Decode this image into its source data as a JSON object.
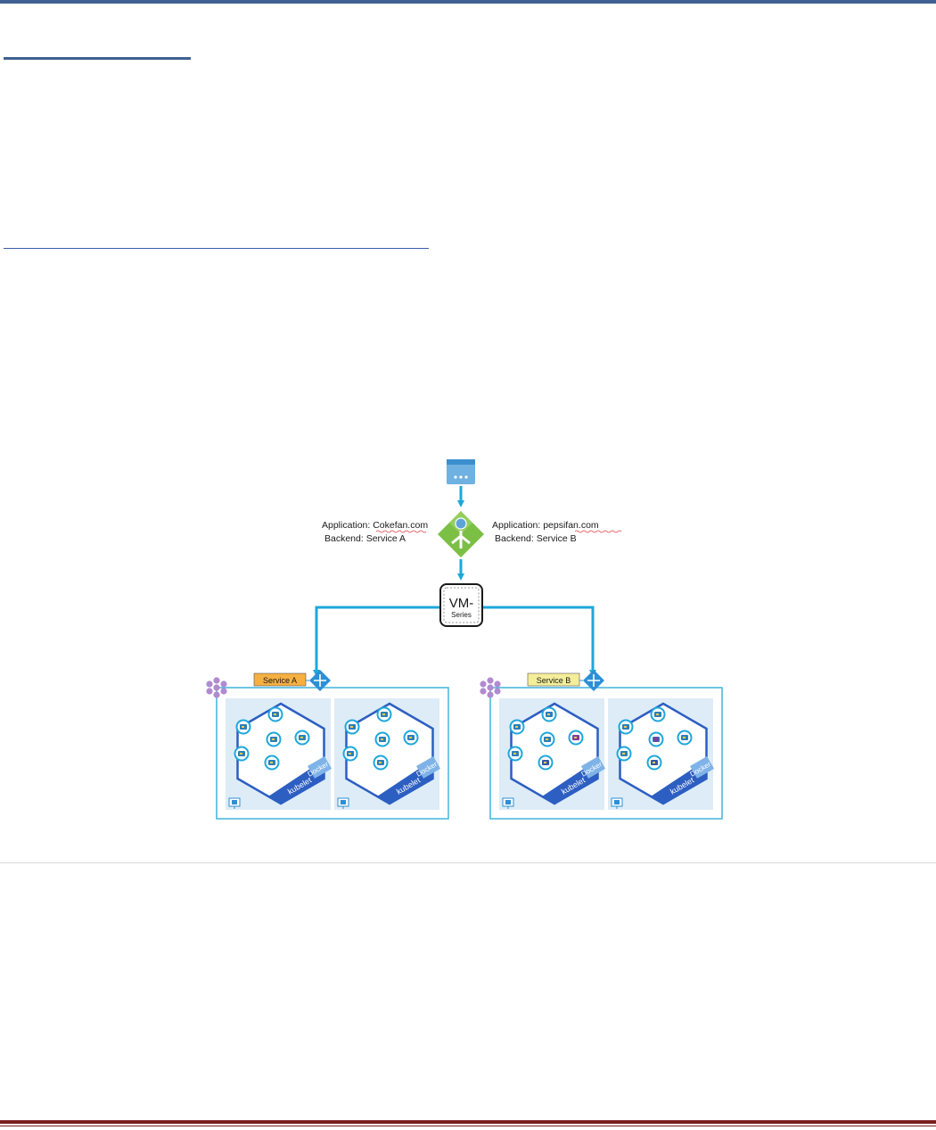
{
  "diagram": {
    "left_annotation": {
      "line1": "Application: Cokefan.com",
      "line2": "Backend: Service A"
    },
    "right_annotation": {
      "line1": "Application:  pepsifan.com",
      "line2": "Backend: Service B"
    },
    "firewall": {
      "line1": "VM-",
      "line2": "Series"
    },
    "services": [
      {
        "label": "Service A",
        "color": "#f5b041"
      },
      {
        "label": "Service B",
        "color": "#f4ee9a"
      }
    ],
    "node_labels": {
      "kubelet": "kubelet",
      "docker": "Docker"
    },
    "colors": {
      "connector": "#1fa7db",
      "cluster_border": "#42b4dc",
      "node_bg": "#ddecf7",
      "hexagon": "#2d5ec2",
      "gateway": "#7bbf45",
      "pod_ring": "#1fa7db",
      "pod_accent": "#7b3fa0"
    }
  }
}
